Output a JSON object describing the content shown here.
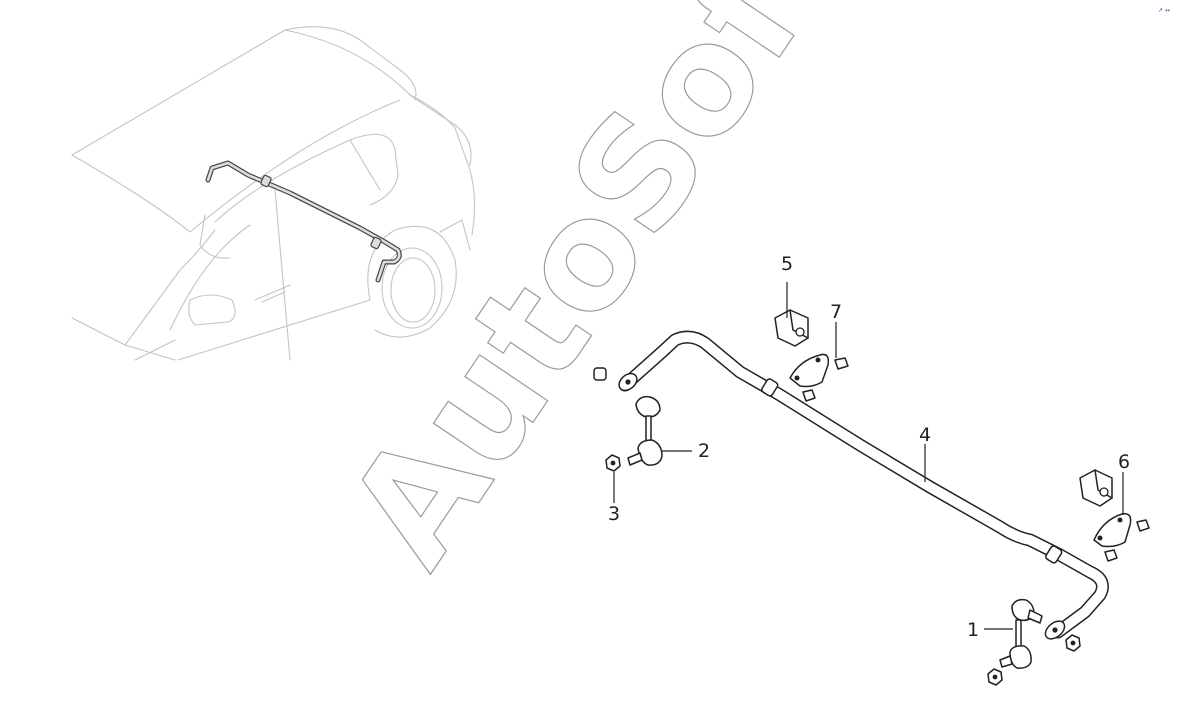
{
  "watermark": "AutoSoft",
  "corner_mark": "↗ ↔",
  "callouts": {
    "c1": "1",
    "c2": "2",
    "c3": "3",
    "c4": "4",
    "c5": "5",
    "c6": "6",
    "c7": "7"
  },
  "colors": {
    "outline": "#222222",
    "car_outline": "#c4c4c4",
    "watermark_stroke": "#9a9a9a"
  }
}
